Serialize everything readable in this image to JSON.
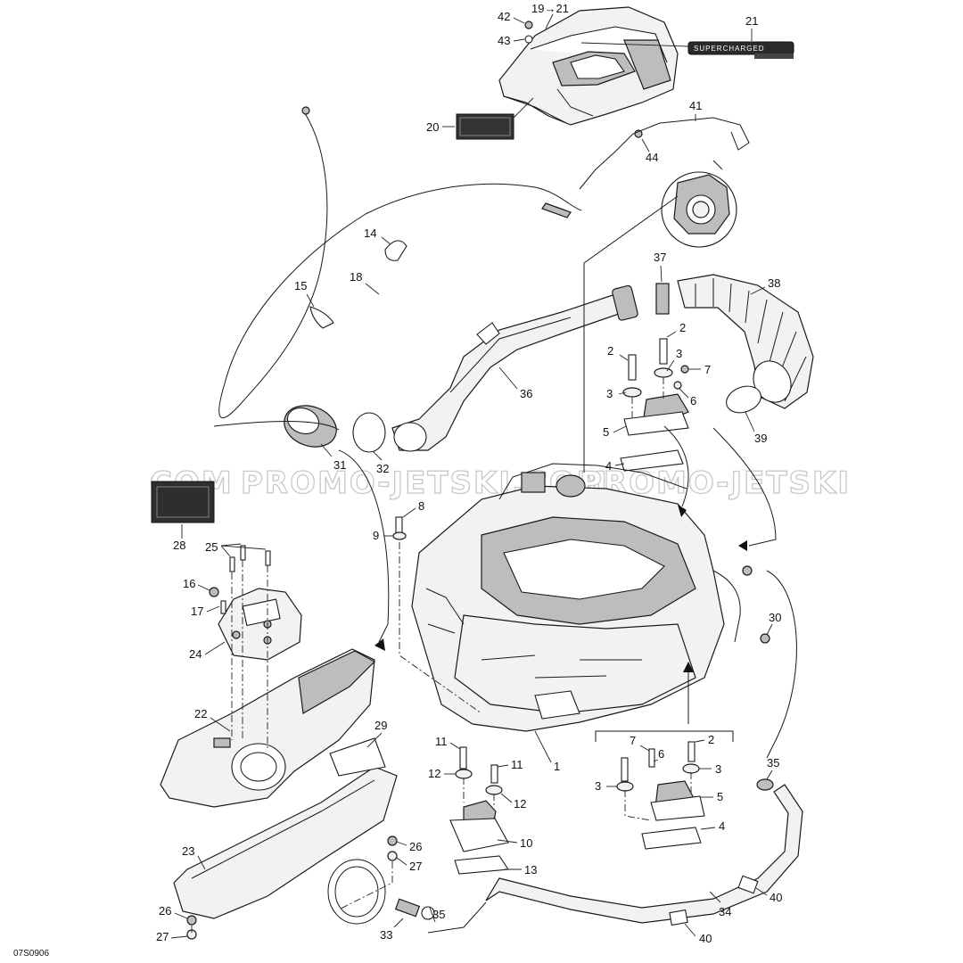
{
  "diagram": {
    "code": "07S0906",
    "watermark_left": "COM",
    "watermark_main": "PROMO-JETSKI.COM",
    "watermark_right": "PROMO-JETSKI",
    "decal_text": "SUPERCHARGED"
  },
  "callouts": [
    "1",
    "2",
    "2",
    "2",
    "3",
    "3",
    "3",
    "3",
    "4",
    "4",
    "5",
    "5",
    "6",
    "6",
    "7",
    "7",
    "8",
    "9",
    "10",
    "11",
    "11",
    "12",
    "12",
    "13",
    "14",
    "15",
    "16",
    "17",
    "18",
    "19→21",
    "20",
    "21",
    "22",
    "23",
    "24",
    "25",
    "26",
    "26",
    "27",
    "27",
    "28",
    "29",
    "30",
    "31",
    "32",
    "33",
    "34",
    "35",
    "35",
    "36",
    "37",
    "38",
    "39",
    "40",
    "40",
    "41",
    "42",
    "43",
    "44"
  ]
}
